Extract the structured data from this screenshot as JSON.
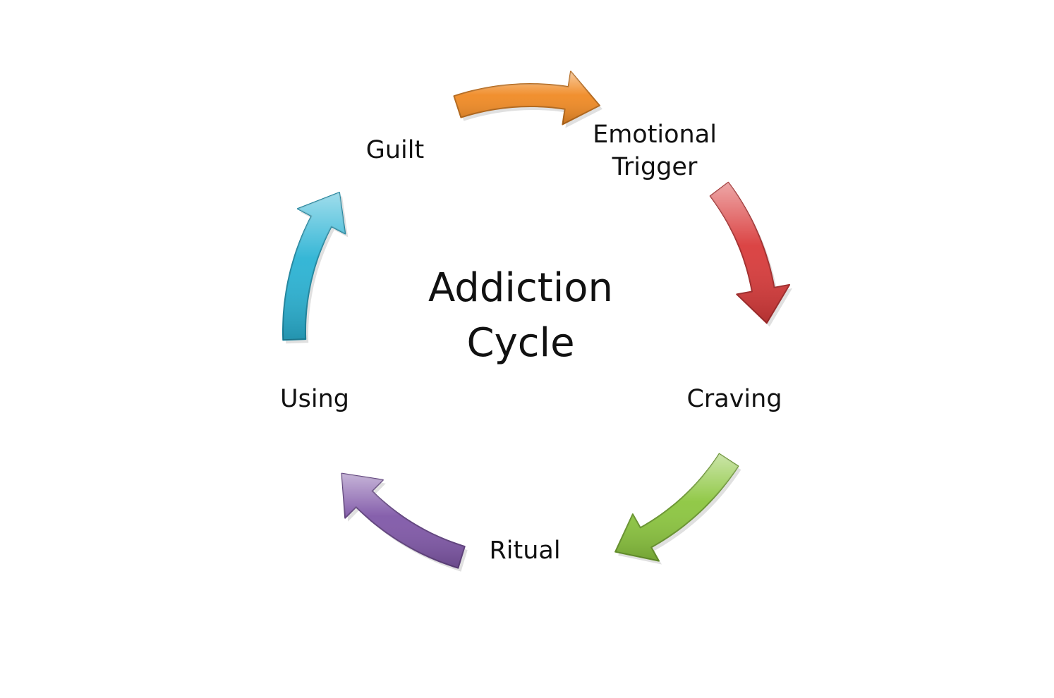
{
  "title": {
    "line1": "Addiction",
    "line2": "Cycle"
  },
  "stages": [
    {
      "label_line1": "Emotional",
      "label_line2": "Trigger"
    },
    {
      "label_line1": "Craving",
      "label_line2": ""
    },
    {
      "label_line1": "Ritual",
      "label_line2": ""
    },
    {
      "label_line1": "Using",
      "label_line2": ""
    },
    {
      "label_line1": "Guilt",
      "label_line2": ""
    }
  ],
  "arrows": [
    {
      "from": "Guilt",
      "to": "Emotional Trigger",
      "color": "#f08a24"
    },
    {
      "from": "Emotional Trigger",
      "to": "Craving",
      "color": "#d93b3b"
    },
    {
      "from": "Craving",
      "to": "Ritual",
      "color": "#8cc63f"
    },
    {
      "from": "Ritual",
      "to": "Using",
      "color": "#8058a8"
    },
    {
      "from": "Using",
      "to": "Guilt",
      "color": "#2bb3d4"
    }
  ]
}
